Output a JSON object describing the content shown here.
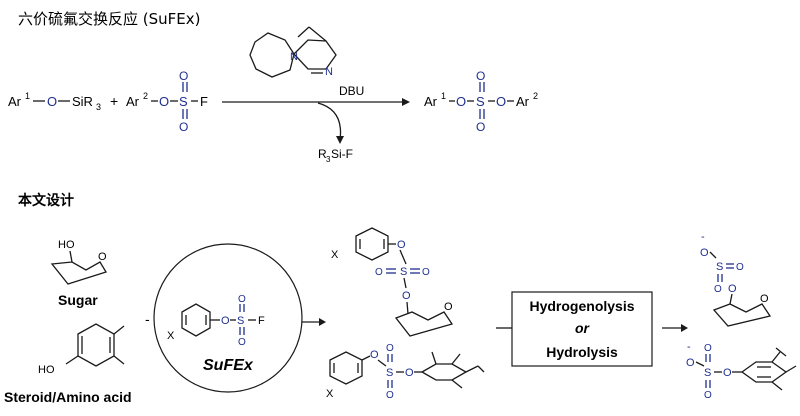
{
  "header": {
    "title": "六价硫氟交换反应 (SuFEx)",
    "design": "本文设计"
  },
  "reaction": {
    "ar1": "Ar",
    "sup1": "1",
    "ar2": "Ar",
    "sup2": "2",
    "o": "O",
    "s": "S",
    "f": "F",
    "si_r3": "SiR",
    "sub3": "3",
    "plus": "+",
    "catalyst": "DBU",
    "n_label": "N",
    "byproduct_r": "R",
    "byproduct_rest": "Si-F"
  },
  "design": {
    "sugar_label": "Sugar",
    "steroid_label": "Steroid/Amino acid",
    "ho": "HO",
    "sufex_label": "SuFEx",
    "x_label": "X",
    "box_line1": "Hydrogenolysis",
    "box_line2": "or",
    "box_line3": "Hydrolysis",
    "minus": "-"
  }
}
